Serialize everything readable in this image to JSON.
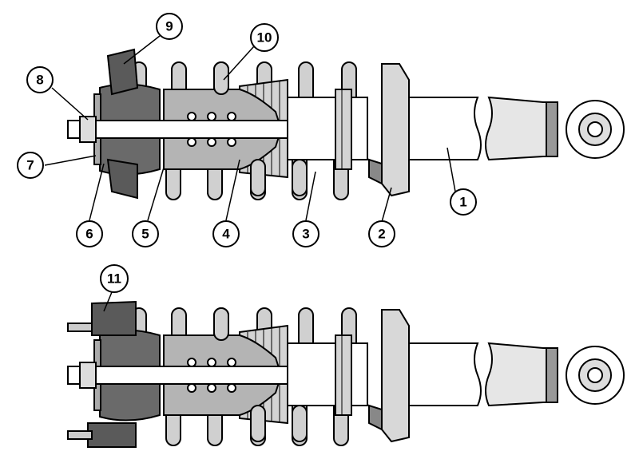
{
  "diagram": {
    "callouts": [
      {
        "id": "1",
        "label": "1"
      },
      {
        "id": "2",
        "label": "2"
      },
      {
        "id": "3",
        "label": "3"
      },
      {
        "id": "4",
        "label": "4"
      },
      {
        "id": "5",
        "label": "5"
      },
      {
        "id": "6",
        "label": "6"
      },
      {
        "id": "7",
        "label": "7"
      },
      {
        "id": "8",
        "label": "8"
      },
      {
        "id": "9",
        "label": "9"
      },
      {
        "id": "10",
        "label": "10"
      },
      {
        "id": "11",
        "label": "11"
      }
    ],
    "colors": {
      "dark_gray": "#5a5a5a",
      "mid_gray": "#9a9a9a",
      "light_gray": "#c8c8c8",
      "outline": "#000000"
    }
  }
}
